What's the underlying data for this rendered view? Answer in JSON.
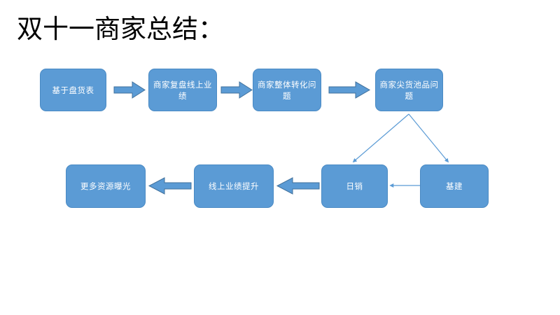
{
  "slide": {
    "title": "双十一商家总结：",
    "background_color": "#FFFFFF",
    "title_color": "#000000"
  },
  "theme": {
    "node_fill": "#5B9BD5",
    "node_border": "#4A8AC4",
    "node_text": "#FFFFFF",
    "arrow_fill": "#5B9BD5",
    "arrow_border": "#41719C",
    "thin_arrow_color": "#5B9BD5"
  },
  "diagram": {
    "nodes": [
      {
        "id": "node-0",
        "label": "基于盘货表",
        "row": 1
      },
      {
        "id": "node-1",
        "label": "商家复盘线上业绩",
        "row": 1
      },
      {
        "id": "node-2",
        "label": "商家整体转化问题",
        "row": 1
      },
      {
        "id": "node-3",
        "label": "商家尖货池品问题",
        "row": 1
      },
      {
        "id": "node-4",
        "label": "更多资源曝光",
        "row": 2
      },
      {
        "id": "node-5",
        "label": "线上业绩提升",
        "row": 2
      },
      {
        "id": "node-6",
        "label": "日销",
        "row": 2
      },
      {
        "id": "node-7",
        "label": "基建",
        "row": 2
      }
    ],
    "connectors": [
      {
        "id": "arrow-0",
        "style": "block",
        "direction": "right",
        "from": "node-0",
        "to": "node-1"
      },
      {
        "id": "arrow-1",
        "style": "block",
        "direction": "right",
        "from": "node-1",
        "to": "node-2"
      },
      {
        "id": "arrow-2",
        "style": "block",
        "direction": "right",
        "from": "node-2",
        "to": "node-3"
      },
      {
        "id": "arrow-3",
        "style": "thin",
        "direction": "down-left",
        "from": "node-3",
        "to": "node-6"
      },
      {
        "id": "arrow-4",
        "style": "thin",
        "direction": "down-right",
        "from": "node-3",
        "to": "node-7"
      },
      {
        "id": "arrow-5",
        "style": "thin",
        "direction": "left",
        "from": "node-7",
        "to": "node-6"
      },
      {
        "id": "arrow-6",
        "style": "block",
        "direction": "left",
        "from": "node-6",
        "to": "node-5"
      },
      {
        "id": "arrow-7",
        "style": "block",
        "direction": "left",
        "from": "node-5",
        "to": "node-4"
      }
    ]
  }
}
